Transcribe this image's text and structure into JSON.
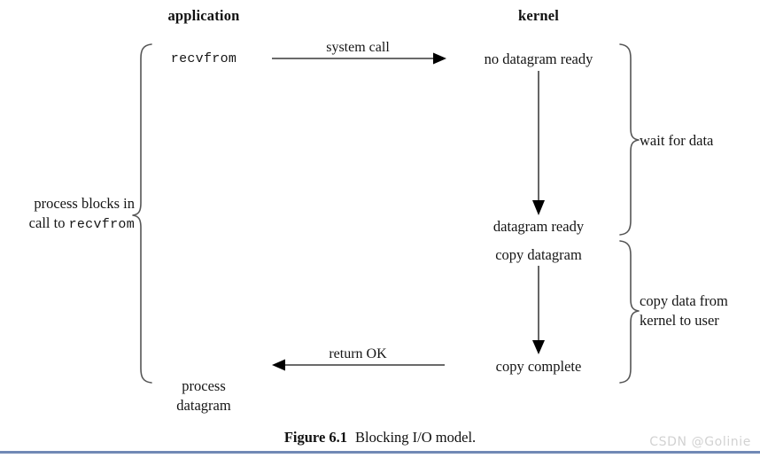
{
  "figure": {
    "columns": [
      {
        "name": "application",
        "label": "application"
      },
      {
        "name": "kernel",
        "label": "kernel"
      }
    ],
    "app_nodes": {
      "call": "recvfrom",
      "process_line1": "process",
      "process_line2": "datagram"
    },
    "kernel_nodes": {
      "no_datagram_ready": "no datagram ready",
      "datagram_ready": "datagram ready",
      "copy_datagram": "copy datagram",
      "copy_complete": "copy complete"
    },
    "edges": {
      "system_call": "system call",
      "return_ok": "return OK"
    },
    "braces": {
      "left_block_line1": "process blocks in",
      "left_block_line2_pre": "call to ",
      "left_block_line2_mono": "recvfrom",
      "wait_for_data": "wait for data",
      "copy_data_line1": "copy data from",
      "copy_data_line2": "kernel to user"
    },
    "caption": {
      "number": "Figure 6.1",
      "text": "Blocking I/O model."
    },
    "watermark": "CSDN @Golinie",
    "colors": {
      "ink": "#151515",
      "line": "#555555",
      "arrowhead": "#000000",
      "rule": "#7189b5",
      "watermark": "#d2d2d2",
      "background": "#ffffff"
    }
  }
}
